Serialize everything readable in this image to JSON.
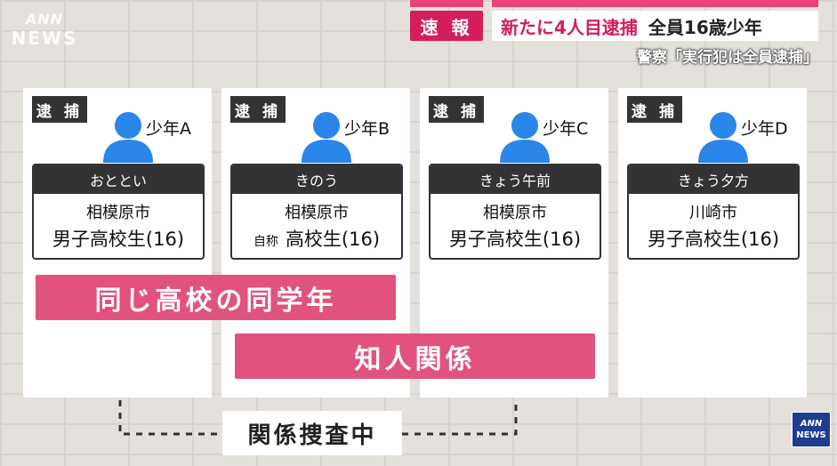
{
  "logo": {
    "line1": "ANN",
    "line2": "NEWS"
  },
  "breaking": {
    "tag": "速 報",
    "headline_pink": "新たに4人目逮捕",
    "headline_dark": "全員16歳少年",
    "subhead": "警察「実行犯は全員逮捕」"
  },
  "cards": [
    {
      "tag": "逮 捕",
      "icon": "person-icon",
      "name": "少年A",
      "time": "おととい",
      "city": "相模原市",
      "status_prefix": "",
      "status": "男子高校生(16)"
    },
    {
      "tag": "逮 捕",
      "icon": "person-icon",
      "name": "少年B",
      "time": "きのう",
      "city": "相模原市",
      "status_prefix": "自称",
      "status": "高校生(16)"
    },
    {
      "tag": "逮 捕",
      "icon": "person-icon",
      "name": "少年C",
      "time": "きょう午前",
      "city": "相模原市",
      "status_prefix": "",
      "status": "男子高校生(16)"
    },
    {
      "tag": "逮 捕",
      "icon": "person-icon",
      "name": "少年D",
      "time": "きょう夕方",
      "city": "川崎市",
      "status_prefix": "",
      "status": "男子高校生(16)"
    }
  ],
  "relations": {
    "same_school": "同じ高校の同学年",
    "acquaintance": "知人関係",
    "investigating": "関係捜査中"
  },
  "badge": {
    "line1": "ANN",
    "line2": "NEWS"
  },
  "colors": {
    "accent": "#d41e5c",
    "bar": "#e2527f",
    "icon": "#2a86e8",
    "dark": "#333333"
  }
}
